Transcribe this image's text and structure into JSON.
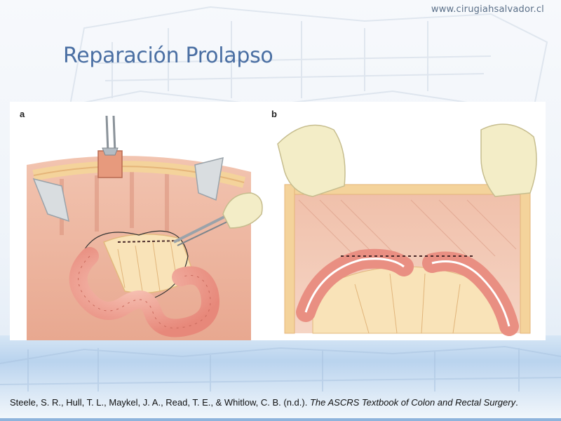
{
  "website": "www.cirugiahsalvador.cl",
  "title": "Reparación Prolapso",
  "figure": {
    "panel_a_label": "a",
    "panel_b_label": "b"
  },
  "citation": {
    "authors": "Steele, S. R., Hull, T. L., Maykel, J. A., Read, T. E., & Whitlow, C. B. (n.d.). ",
    "book_title": "The ASCRS Textbook of Colon and Rectal Surgery",
    "end": "."
  }
}
